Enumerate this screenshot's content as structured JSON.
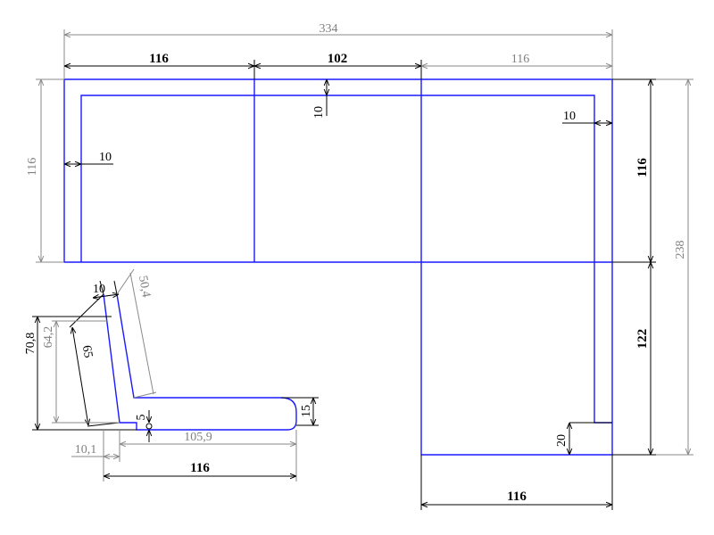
{
  "plan": {
    "top": {
      "overall": "334",
      "seat_left": "116",
      "seat_middle": "102",
      "seat_right": "116",
      "back_thickness": "10",
      "side_thickness": "10",
      "left_arm": "10"
    },
    "left_depth": "116",
    "right": {
      "upper": "116",
      "lower": "122",
      "overall": "238",
      "foot": "20"
    },
    "bottom_width": "116"
  },
  "section": {
    "back_top": "10",
    "back_length": "50,4",
    "back_inner": "65",
    "height_outer": "70,8",
    "height_inner": "64,2",
    "gap": "5",
    "seat_thick": "15",
    "offset": "10,1",
    "seat_inner": "105,9",
    "total": "116"
  },
  "colors": {
    "outline": "#1a1aff",
    "primary_dim": "#000000",
    "secondary_dim": "#808080"
  }
}
